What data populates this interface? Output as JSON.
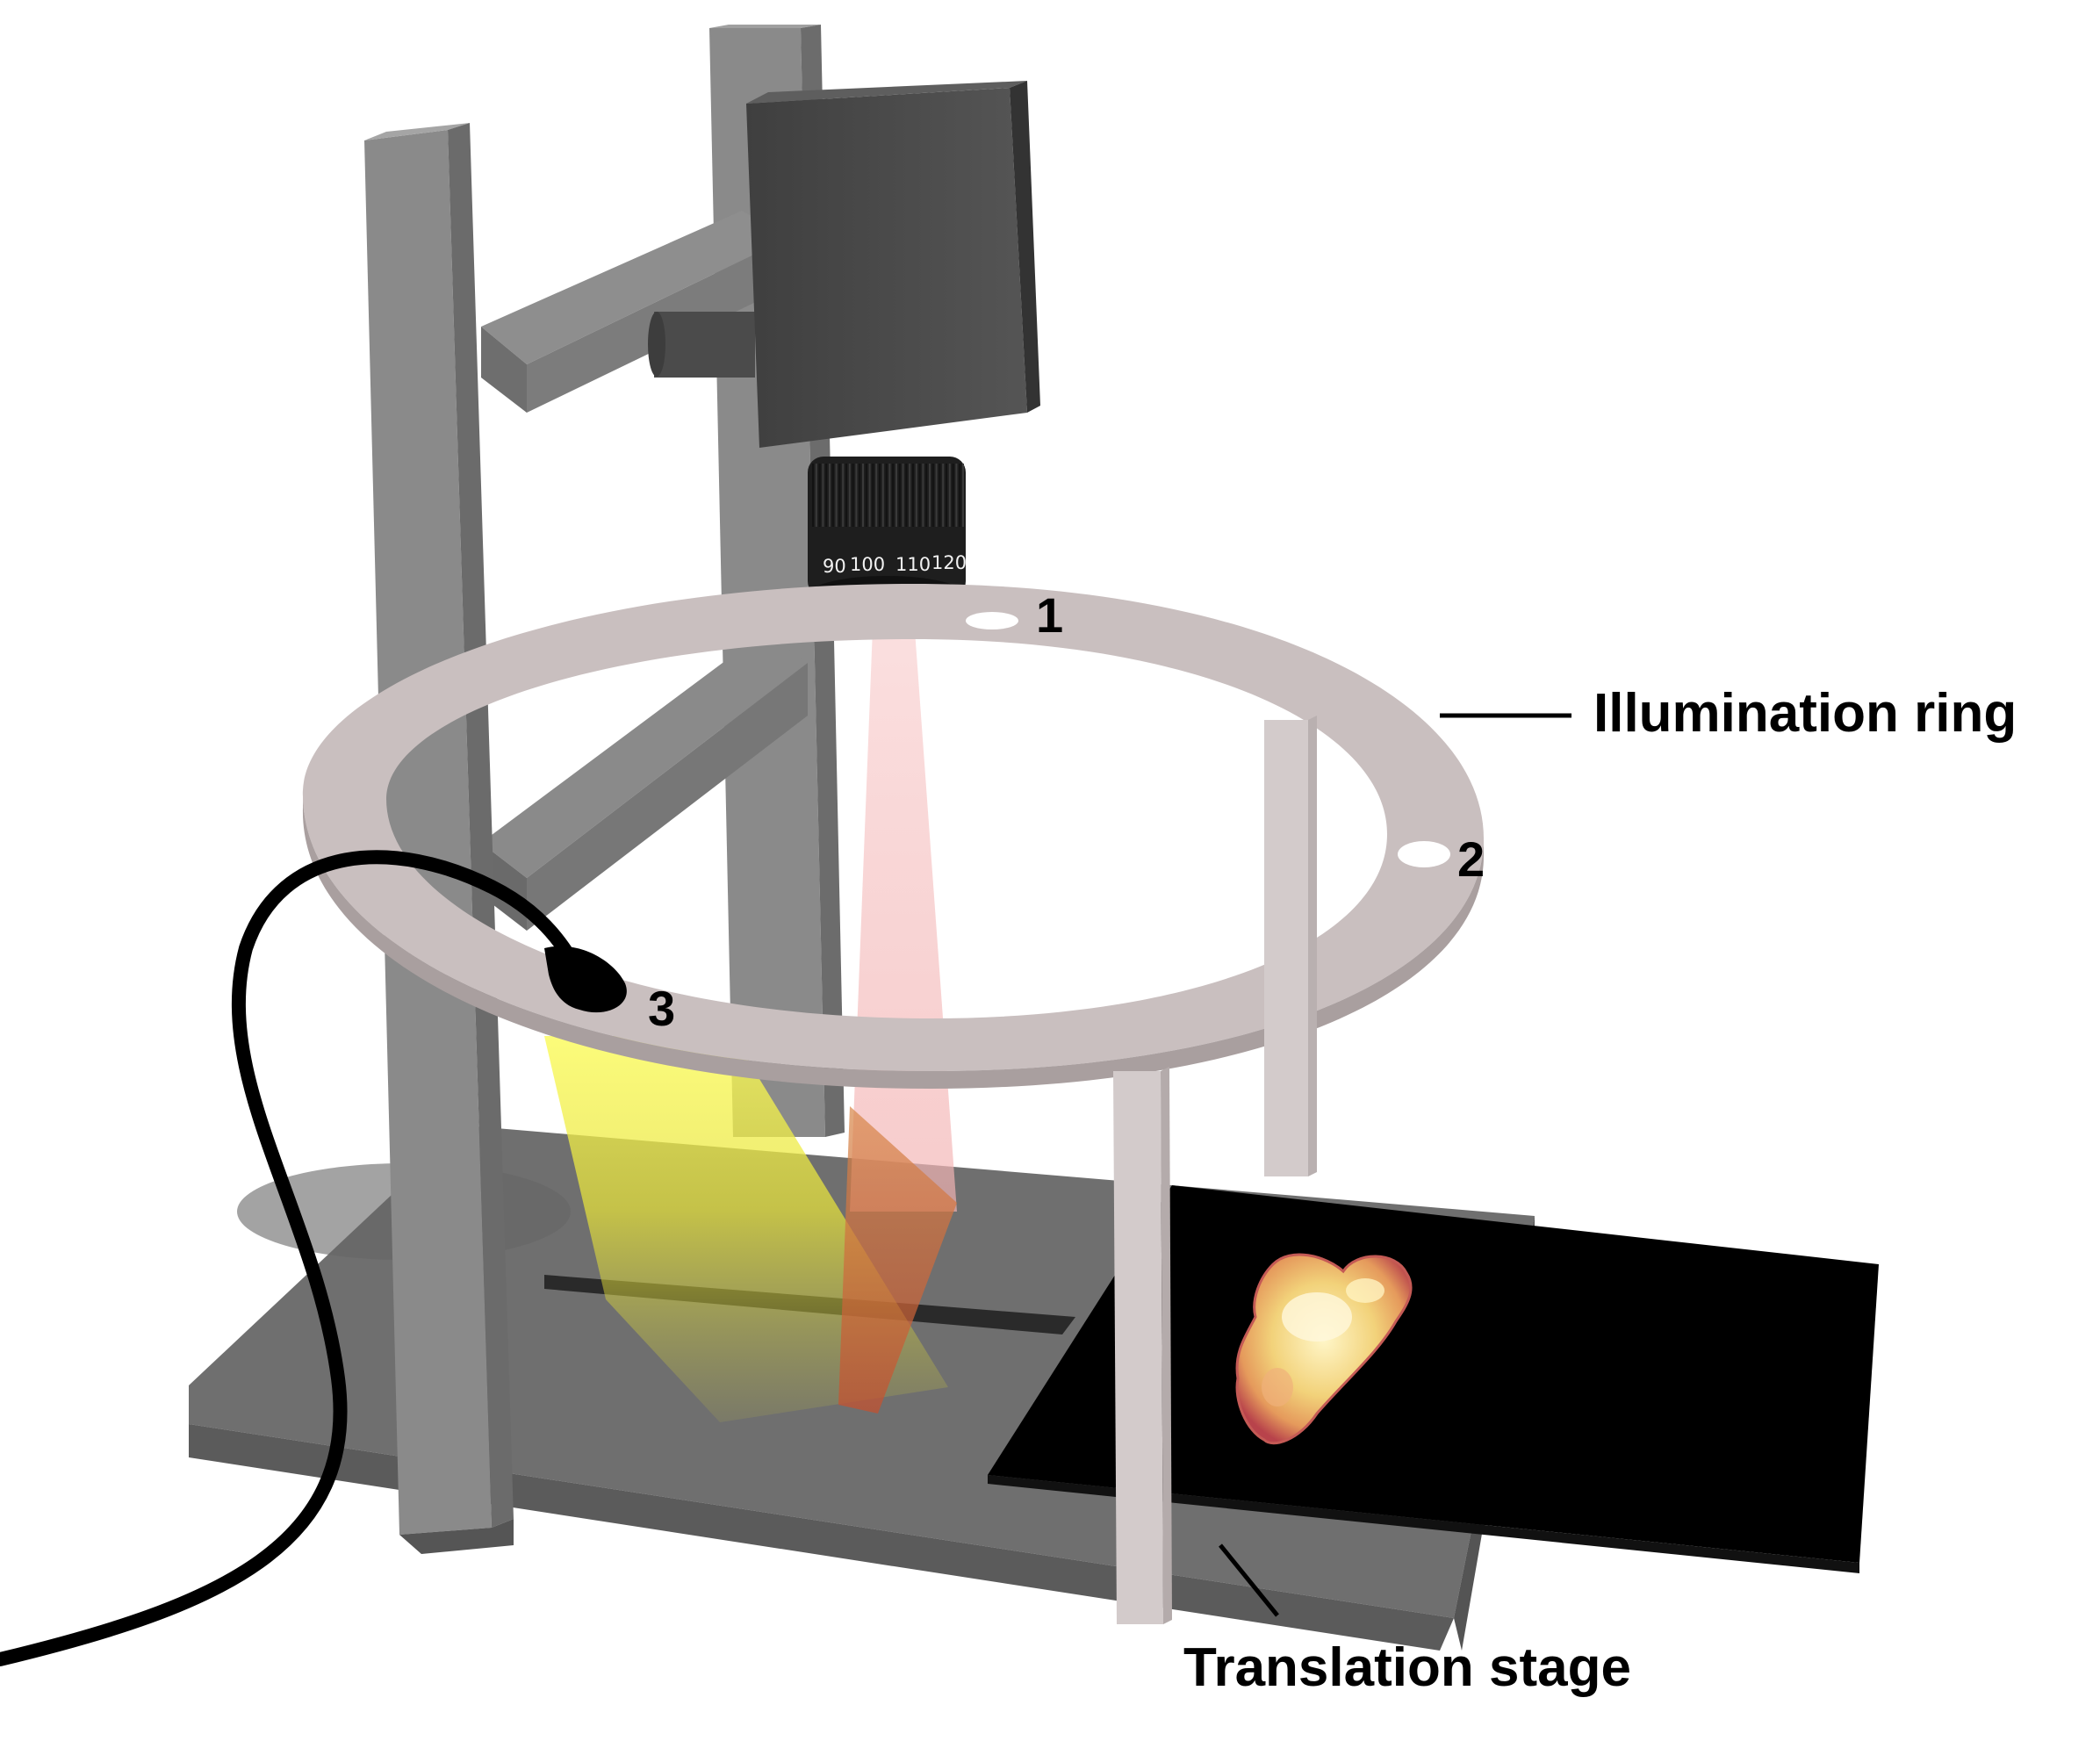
{
  "labels": {
    "illumination_ring": "Illumination ring",
    "translation_stage": "Translation stage",
    "port_1": "1",
    "port_2": "2",
    "port_3": "3"
  },
  "lens_scale": [
    "90",
    "100",
    "110",
    "120"
  ],
  "colors": {
    "background": "#ffffff",
    "frame": "#7f7f7f",
    "camera_body": "#4a4a4a",
    "lens": "#1e1e1e",
    "ring": "#cdc3c3",
    "base_plate": "#6e6e6e",
    "stage": "#000000",
    "laser_beam": "#f6caca",
    "yellow_light": "#f7f23a",
    "cable": "#000000"
  }
}
